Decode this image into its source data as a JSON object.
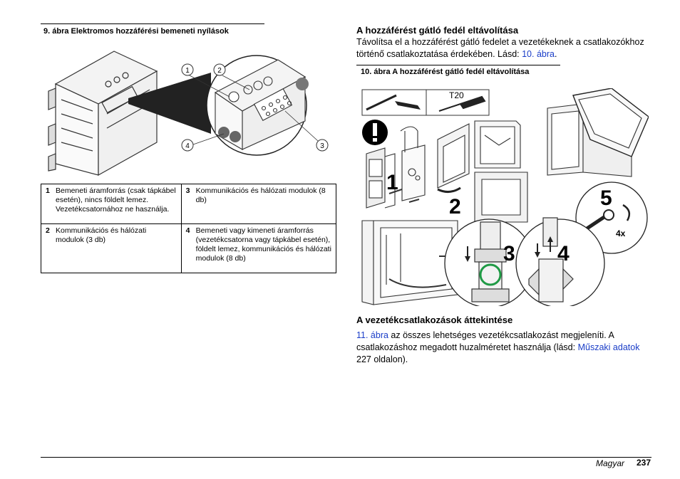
{
  "left": {
    "figure_title": "9. ábra  Elektromos hozzáférési bemeneti nyílások",
    "callouts": [
      "1",
      "2",
      "3",
      "4"
    ],
    "legend": [
      {
        "num": "1",
        "text": "Bemeneti áramforrás (csak tápkábel esetén), nincs földelt lemez. Vezetékcsatornához ne használja."
      },
      {
        "num": "3",
        "text": "Kommunikációs és hálózati modulok (8 db)"
      },
      {
        "num": "2",
        "text": "Kommunikációs és hálózati modulok (3 db)"
      },
      {
        "num": "4",
        "text": "Bemeneti vagy kimeneti áramforrás (vezetékcsatorna vagy tápkábel esetén), földelt lemez, kommunikációs és hálózati modulok (8 db)"
      }
    ]
  },
  "right": {
    "section1_heading": "A hozzáférést gátló fedél eltávolítása",
    "section1_text": "Távolítsa el a hozzáférést gátló fedelet a vezetékeknek a csatlakozókhoz történő csatlakoztatása érdekében. Lásd: ",
    "section1_link": "10. ábra",
    "section1_end": ".",
    "figure_title": "10. ábra  A hozzáférést gátló fedél eltávolítása",
    "tool_label": "T20",
    "step_numbers": [
      "1",
      "2",
      "3",
      "4",
      "5"
    ],
    "count_label": "4x",
    "section2_heading": "A vezetékcsatlakozások áttekintése",
    "section2_link1": "11. ábra",
    "section2_text1": " az összes lehetséges vezetékcsatlakozást megjeleníti. A csatlakozáshoz megadott huzalméretet használja (lásd: ",
    "section2_link2": "Műszaki adatok",
    "section2_text2": " 227 oldalon)."
  },
  "footer": {
    "language": "Magyar",
    "page": "237"
  }
}
